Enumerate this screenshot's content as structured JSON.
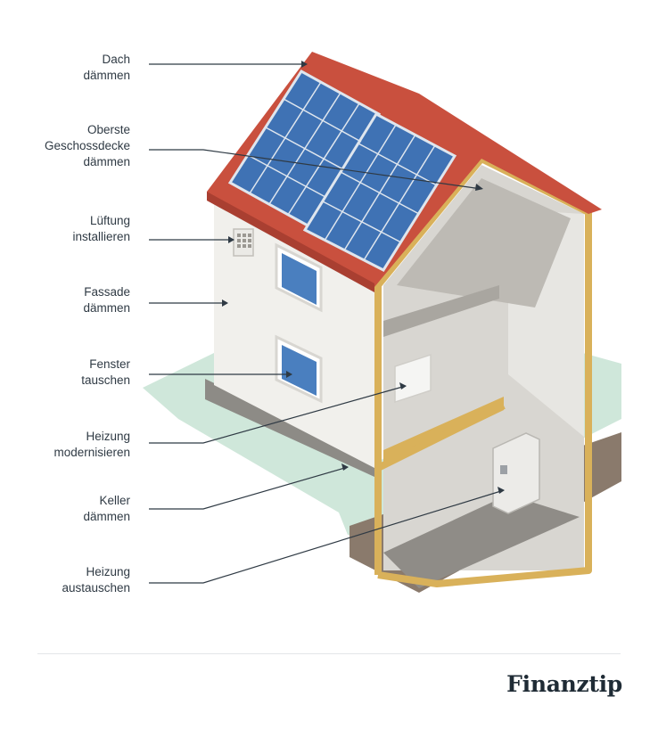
{
  "labels": [
    {
      "id": "dach",
      "lines": [
        "Dach",
        "dämmen"
      ]
    },
    {
      "id": "geschossdecke",
      "lines": [
        "Oberste",
        "Geschossdecke",
        "dämmen"
      ]
    },
    {
      "id": "lueftung",
      "lines": [
        "Lüftung",
        "installieren"
      ]
    },
    {
      "id": "fassade",
      "lines": [
        "Fassade",
        "dämmen"
      ]
    },
    {
      "id": "fenster",
      "lines": [
        "Fenster",
        "tauschen"
      ]
    },
    {
      "id": "heizung-mod",
      "lines": [
        "Heizung",
        "modernisieren"
      ]
    },
    {
      "id": "keller",
      "lines": [
        "Keller",
        "dämmen"
      ]
    },
    {
      "id": "heizung-aus",
      "lines": [
        "Heizung",
        "austauschen"
      ]
    }
  ],
  "brand": "Finanztip",
  "colors": {
    "roof": "#c9503e",
    "solar": "#3f72b4",
    "insulation": "#d9b15a",
    "wall": "#f1f0ec",
    "lawn": "#cfe7da",
    "basement": "#8a7a6c",
    "leader": "#2f3a44"
  }
}
